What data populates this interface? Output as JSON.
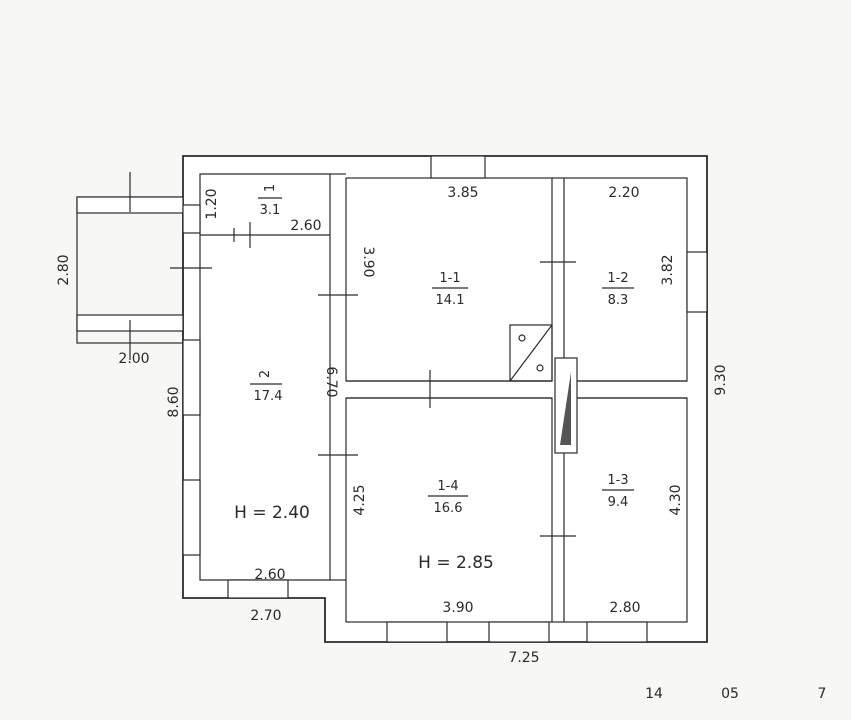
{
  "rooms": {
    "r1": {
      "number": "1",
      "area": "3.1"
    },
    "r2": {
      "number": "2",
      "area": "17.4"
    },
    "r11": {
      "number": "1-1",
      "area": "14.1"
    },
    "r12": {
      "number": "1-2",
      "area": "8.3"
    },
    "r13": {
      "number": "1-3",
      "area": "9.4"
    },
    "r14": {
      "number": "1-4",
      "area": "16.6"
    }
  },
  "heights": {
    "left": "H = 2.40",
    "center": "H = 2.85"
  },
  "dimensions": {
    "d_385": "3.85",
    "d_220": "2.20",
    "d_120": "1.20",
    "d_260_top": "2.60",
    "d_390_v": "3.90",
    "d_382": "3.82",
    "d_280_v": "2.80",
    "d_200": "2.00",
    "d_860": "8.60",
    "d_670": "6.70",
    "d_930": "9.30",
    "d_425": "4.25",
    "d_430": "4.30",
    "d_260_bottom": "2.60",
    "d_270": "2.70",
    "d_390_h": "3.90",
    "d_280_h": "2.80",
    "d_725": "7.25"
  },
  "footer": {
    "a": "14",
    "b": "05",
    "c": "7"
  }
}
